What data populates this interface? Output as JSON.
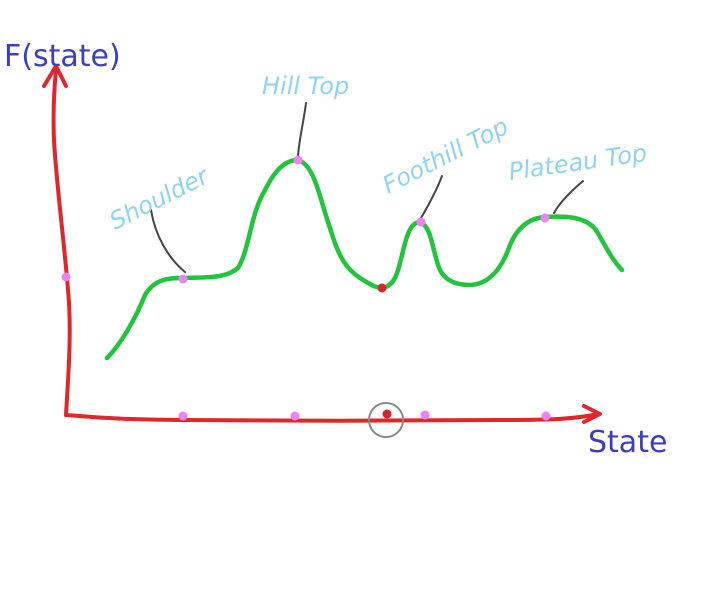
{
  "y_axis_label": "F(state)",
  "x_axis_label": "State",
  "labels": {
    "shoulder": "Shoulder",
    "hill_top": "Hill Top",
    "foothill_top": "Foothill Top",
    "plateau_top": "Plateau Top"
  },
  "colors": {
    "axis": "#e0262b",
    "curve": "#22c43c",
    "marker": "#ee82ee",
    "current_state": "#d7262a",
    "axis_label": "#3a3fbf",
    "peak_label": "#8fd3f2",
    "pointer": "#444444",
    "circle": "#888888"
  }
}
